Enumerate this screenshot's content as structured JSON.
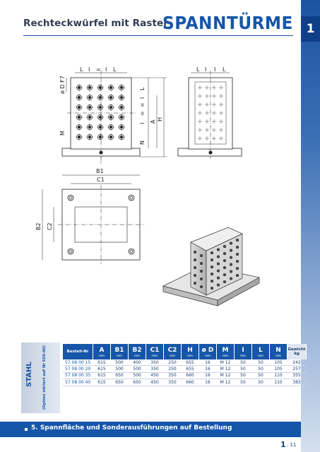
{
  "header": {
    "subtitle": "Rechteckwürfel mit Raster",
    "title": "SPANNTÜRME",
    "section_number": "1"
  },
  "drawing_labels": {
    "l": "L",
    "i": "I",
    "eq": "=",
    "od": "ø D F7",
    "m": "M",
    "n": "N",
    "a": "A",
    "h": "H",
    "b1": "B1",
    "c1": "C1",
    "b2": "B2",
    "c2": "C2"
  },
  "material": {
    "label": "STAHL",
    "note": "(Option nitriert auf Nr 650-00)"
  },
  "table": {
    "columns": [
      {
        "symbol": "Bestell-Nr",
        "unit": ""
      },
      {
        "symbol": "A",
        "unit": "mm"
      },
      {
        "symbol": "B1",
        "unit": "mm"
      },
      {
        "symbol": "B2",
        "unit": "mm"
      },
      {
        "symbol": "C1",
        "unit": "mm"
      },
      {
        "symbol": "C2",
        "unit": "mm"
      },
      {
        "symbol": "H",
        "unit": "mm"
      },
      {
        "symbol": "ø D",
        "unit": "mm"
      },
      {
        "symbol": "M",
        "unit": "mm"
      },
      {
        "symbol": "I",
        "unit": "mm"
      },
      {
        "symbol": "L",
        "unit": "mm"
      },
      {
        "symbol": "N",
        "unit": "mm"
      },
      {
        "symbol": "Gewicht",
        "unit": "kg"
      }
    ],
    "rows": [
      [
        "57 08 00 15",
        "615",
        "500",
        "400",
        "350",
        "250",
        "655",
        "16",
        "M 12",
        "50",
        "50",
        "105",
        "242"
      ],
      [
        "57 08 00 20",
        "615",
        "500",
        "500",
        "350",
        "250",
        "655",
        "16",
        "M 12",
        "50",
        "50",
        "105",
        "257"
      ],
      [
        "57 08 00 35",
        "615",
        "650",
        "500",
        "450",
        "350",
        "660",
        "16",
        "M 12",
        "50",
        "50",
        "110",
        "355"
      ],
      [
        "57 08 00 40",
        "615",
        "650",
        "650",
        "450",
        "350",
        "660",
        "16",
        "M 12",
        "50",
        "50",
        "110",
        "383"
      ]
    ]
  },
  "footer": {
    "note": "5. Spannfläche und Sonderausführungen auf Bestellung",
    "page_number": "1",
    "page_sub": ". 11"
  },
  "colors": {
    "accent": "#1656a8",
    "dark_blue": "#0f3f86",
    "text": "#1a3d6e"
  }
}
